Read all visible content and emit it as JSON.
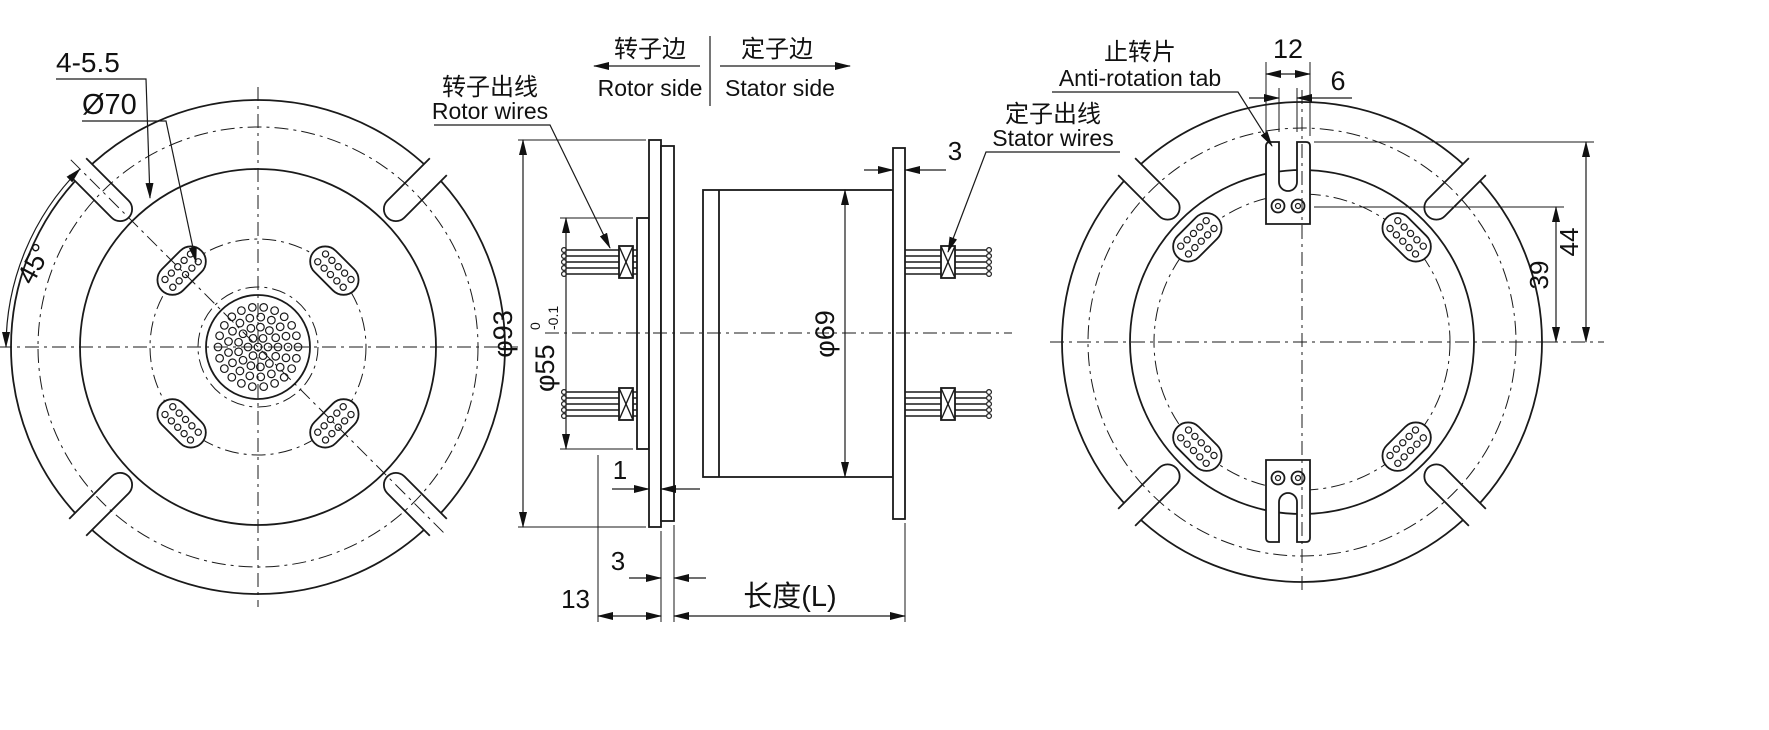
{
  "drawing": {
    "front_view": {
      "dim_holes": "4-5.5",
      "dim_bolt_circle": "Ø70",
      "dim_angle": "45°"
    },
    "side_view": {
      "rotor_wires_zh": "转子出线",
      "rotor_wires_en": "Rotor wires",
      "rotor_side_zh": "转子边",
      "rotor_side_en": "Rotor side",
      "stator_side_zh": "定子边",
      "stator_side_en": "Stator side",
      "stator_wires_zh": "定子出线",
      "stator_wires_en": "Stator wires",
      "dim_flange_od": "φ93",
      "dim_hub_od": "φ55",
      "dim_hub_tol_upper": "0",
      "dim_hub_tol_lower": "-0.1",
      "dim_body_od": "φ69",
      "dim_flange_thickness": "1",
      "dim_gap": "3",
      "dim_rotor_protrusion": "13",
      "dim_tab_thickness": "3",
      "dim_length": "长度(L)"
    },
    "rear_view": {
      "tab_zh": "止转片",
      "tab_en": "Anti-rotation tab",
      "dim_tab_width": "12",
      "dim_slot_width": "6",
      "dim_hole_height": "39",
      "dim_tab_height": "44"
    }
  }
}
